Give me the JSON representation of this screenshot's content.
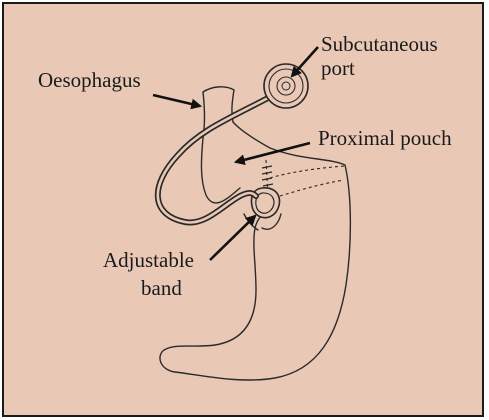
{
  "colors": {
    "background": "#e9c9b6",
    "frame": "#1a1a1a",
    "line": "#2a2a2a",
    "text": "#1a1a1a"
  },
  "labels": {
    "oesophagus": "Oesophagus",
    "port_line1": "Subcutaneous",
    "port_line2": "port",
    "pouch": "Proximal pouch",
    "band_line1": "Adjustable",
    "band_line2": "band"
  }
}
